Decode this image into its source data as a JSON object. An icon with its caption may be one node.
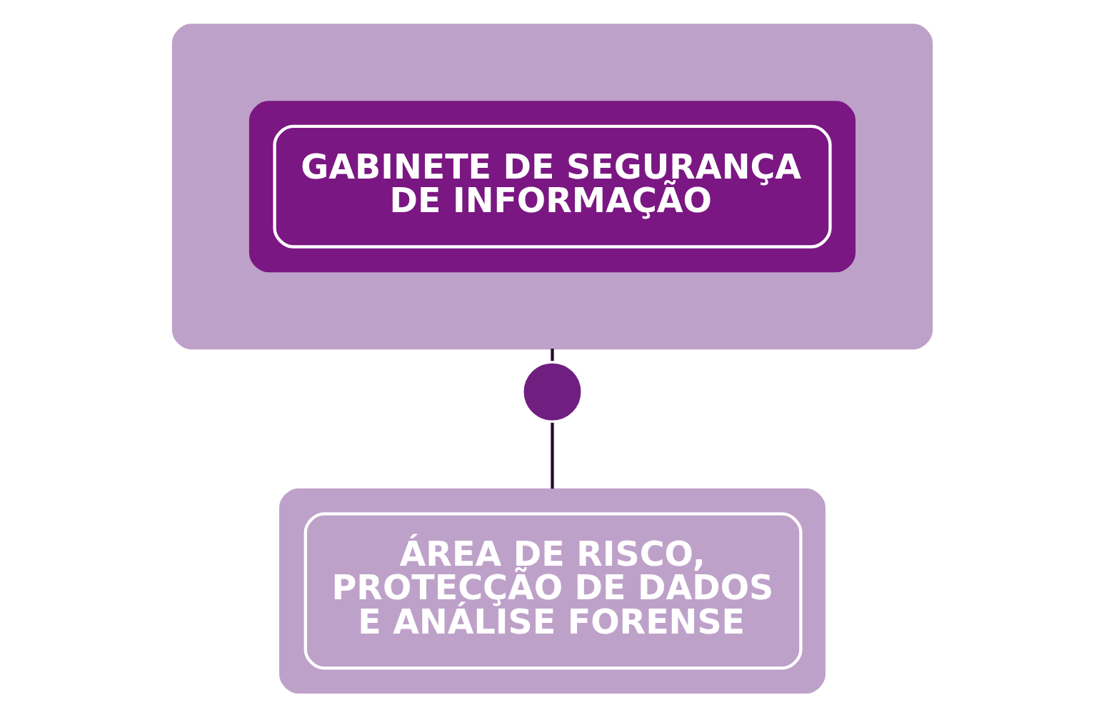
{
  "diagram": {
    "nodes": [
      {
        "text": [],
        "shape": "box"
      },
      {
        "text": [
          "GABINETE DE SEGURANÇA DE INFORMAÇÃO"
        ],
        "in": 0
      },
      {
        "text": [],
        "shape": "circle"
      },
      {
        "text": [
          "ÁREA DE RISCO, PROTECÇÃO DE DADOS E ANÁLISE FORENSE"
        ]
      }
    ],
    "edges": [
      {
        "from": 0,
        "to": 2,
        "arrow": "none"
      },
      {
        "from": 2,
        "to": 3,
        "arrow": "none"
      }
    ]
  }
}
